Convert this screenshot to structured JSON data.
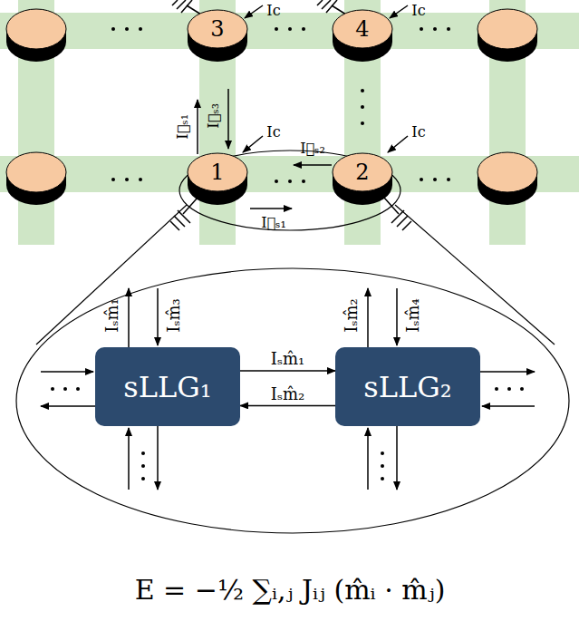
{
  "diagram": {
    "nodes": [
      {
        "text": [
          "3"
        ]
      },
      {
        "text": [
          "4"
        ]
      },
      {
        "text": [
          "1"
        ]
      },
      {
        "text": [
          "2"
        ]
      },
      {
        "text": [
          "sLLG₁"
        ]
      },
      {
        "text": [
          "sLLG₂"
        ]
      }
    ],
    "edges": [
      {
        "from": 4,
        "to": 5,
        "arrow": "to",
        "label": "Iₛm̂₁"
      },
      {
        "from": 5,
        "to": 4,
        "arrow": "to",
        "label": "Iₛm̂₂"
      }
    ],
    "labels": [
      "Ic",
      "Ic",
      "I⃗ₛ₁",
      "I⃗ₛ₃",
      "Ic",
      "I⃗ₛ₂",
      "Ic",
      "I⃗ₛ₁",
      "Iₛm̂₁",
      "Iₛm̂₃",
      "Iₛm̂₂",
      "Iₛm̂₄",
      "E = −½ ∑ᵢ,ⱼ Jᵢⱼ (m̂ᵢ · m̂ⱼ)"
    ]
  }
}
